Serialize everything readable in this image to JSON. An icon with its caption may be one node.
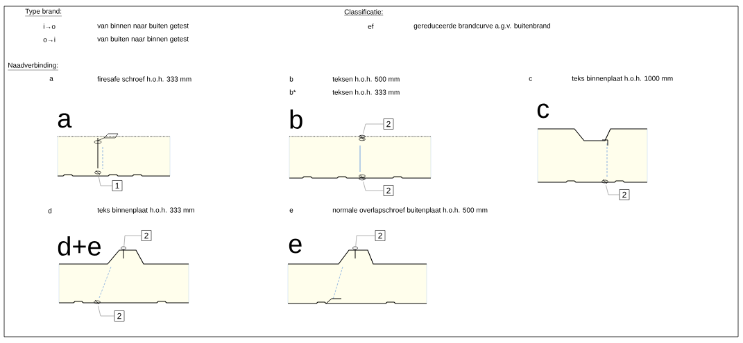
{
  "diagram": {
    "nodes": [
      {
        "text": [],
        "shape": "picture"
      },
      {
        "text": [],
        "shape": "picture",
        "in": 0
      },
      {
        "text": [
          "1"
        ]
      },
      {
        "text": [],
        "shape": "picture"
      },
      {
        "text": [],
        "shape": "picture",
        "in": 3
      },
      {
        "text": [],
        "shape": "picture",
        "in": 3
      },
      {
        "text": [
          "2"
        ]
      },
      {
        "text": [
          "2"
        ]
      },
      {
        "text": [],
        "shape": "picture"
      },
      {
        "text": [],
        "shape": "picture",
        "in": 8
      },
      {
        "text": [
          "2"
        ]
      },
      {
        "text": [],
        "shape": "picture"
      },
      {
        "text": [],
        "shape": "picture",
        "in": 11
      },
      {
        "text": [],
        "shape": "picture",
        "in": 11
      },
      {
        "text": [
          "2"
        ]
      },
      {
        "text": [
          "2"
        ]
      },
      {
        "text": [],
        "shape": "picture"
      },
      {
        "text": [],
        "shape": "picture",
        "in": 16
      },
      {
        "text": [
          "2"
        ]
      }
    ],
    "edges": [
      {
        "from": 2,
        "to": 1,
        "arrow": "none"
      },
      {
        "from": 6,
        "to": 4,
        "arrow": "none"
      },
      {
        "from": 7,
        "to": 5,
        "arrow": "none"
      },
      {
        "from": 10,
        "to": 9,
        "arrow": "none"
      },
      {
        "from": 14,
        "to": 12,
        "arrow": "none"
      },
      {
        "from": 15,
        "to": 13,
        "arrow": "none"
      },
      {
        "from": 18,
        "to": 17,
        "arrow": "none"
      }
    ],
    "labels": [
      "Type brand:",
      "Classificatie:",
      "i→o",
      "van binnen naar buiten getest",
      "ef",
      "gereduceerde brandcurve a.g.v. buitenbrand",
      "o→i",
      "van buiten naar binnen getest",
      "Naadverbinding:",
      "a",
      "firesafe schroef h.o.h. 333 mm",
      "b",
      "teksen h.o.h. 500 mm",
      "c",
      "teks binnenplaat h.o.h. 1000 mm",
      "b*",
      "teksen h.o.h. 333 mm",
      "a",
      "b",
      "c",
      "d",
      "teks binnenplaat h.o.h. 333 mm",
      "e",
      "normale overlapschroef buitenplaat h.o.h. 500 mm",
      "d+e",
      "e"
    ]
  }
}
